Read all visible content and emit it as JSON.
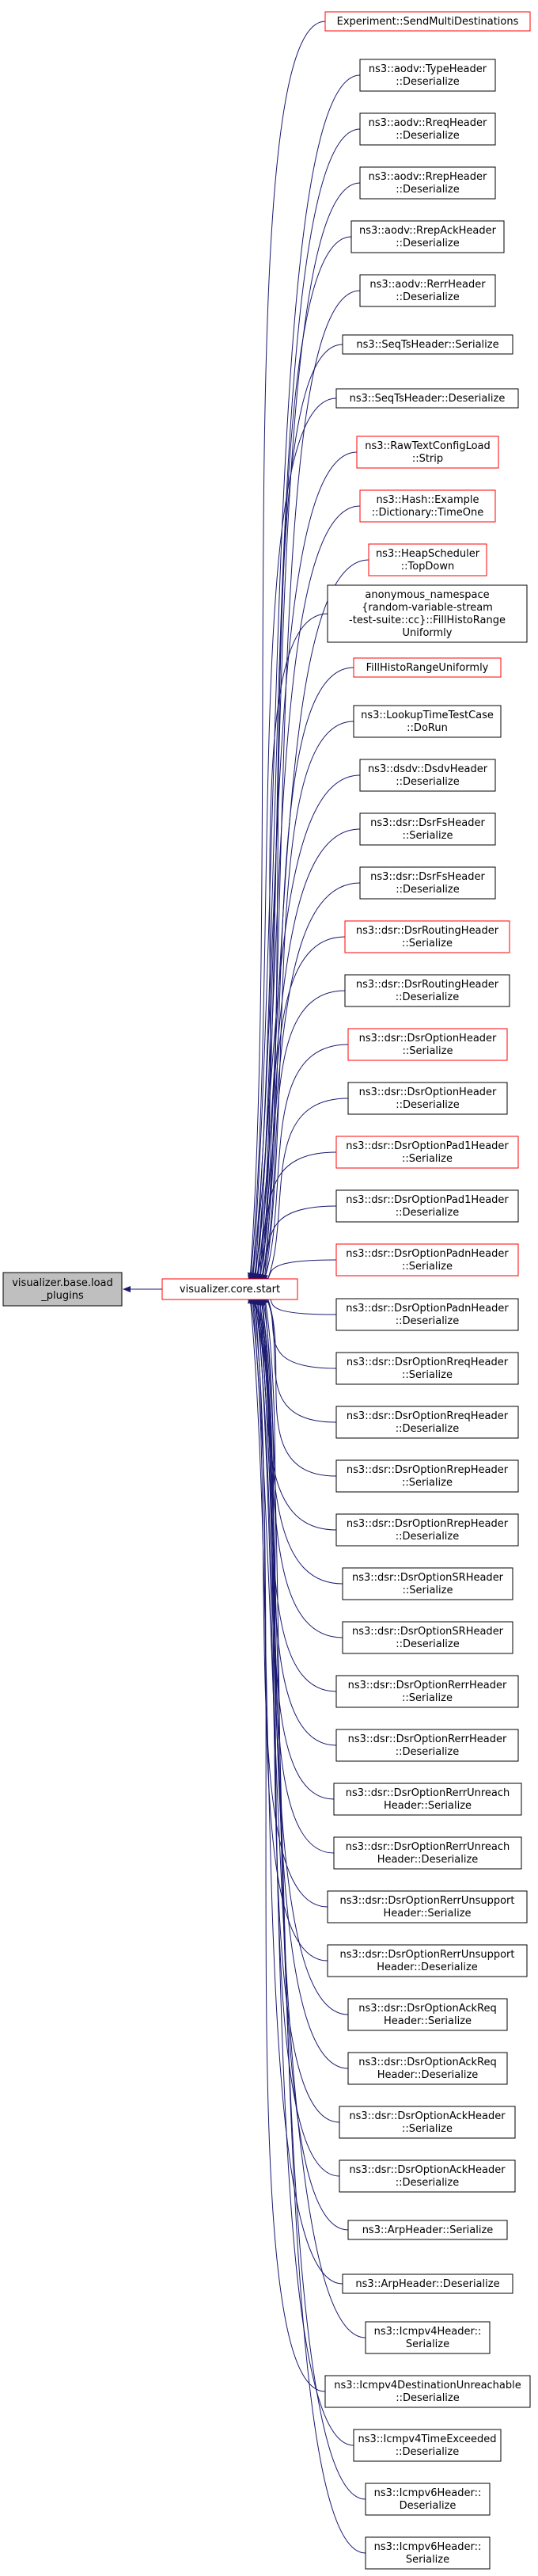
{
  "colors": {
    "edge": "#191970",
    "node_border_default": "#000000",
    "node_border_highlight": "#ff0000",
    "node_fill_default": "#ffffff",
    "node_fill_root": "#bfbfbf"
  },
  "root": {
    "lines": [
      "visualizer.base.load",
      "_plugins"
    ]
  },
  "hub": {
    "lines": [
      "visualizer.core.start"
    ]
  },
  "callers": [
    {
      "lines": [
        "Experiment::SendMultiDestinations"
      ],
      "highlight": true
    },
    {
      "lines": [
        "ns3::aodv::TypeHeader",
        "::Deserialize"
      ],
      "highlight": false
    },
    {
      "lines": [
        "ns3::aodv::RreqHeader",
        "::Deserialize"
      ],
      "highlight": false
    },
    {
      "lines": [
        "ns3::aodv::RrepHeader",
        "::Deserialize"
      ],
      "highlight": false
    },
    {
      "lines": [
        "ns3::aodv::RrepAckHeader",
        "::Deserialize"
      ],
      "highlight": false
    },
    {
      "lines": [
        "ns3::aodv::RerrHeader",
        "::Deserialize"
      ],
      "highlight": false
    },
    {
      "lines": [
        "ns3::SeqTsHeader::Serialize"
      ],
      "highlight": false
    },
    {
      "lines": [
        "ns3::SeqTsHeader::Deserialize"
      ],
      "highlight": false
    },
    {
      "lines": [
        "ns3::RawTextConfigLoad",
        "::Strip"
      ],
      "highlight": true
    },
    {
      "lines": [
        "ns3::Hash::Example",
        "::Dictionary::TimeOne"
      ],
      "highlight": true
    },
    {
      "lines": [
        "ns3::HeapScheduler",
        "::TopDown"
      ],
      "highlight": true
    },
    {
      "lines": [
        "anonymous_namespace",
        "{random-variable-stream",
        "-test-suite::cc}::FillHistoRange",
        "Uniformly"
      ],
      "highlight": false
    },
    {
      "lines": [
        "FillHistoRangeUniformly"
      ],
      "highlight": true
    },
    {
      "lines": [
        "ns3::LookupTimeTestCase",
        "::DoRun"
      ],
      "highlight": false
    },
    {
      "lines": [
        "ns3::dsdv::DsdvHeader",
        "::Deserialize"
      ],
      "highlight": false
    },
    {
      "lines": [
        "ns3::dsr::DsrFsHeader",
        "::Serialize"
      ],
      "highlight": false
    },
    {
      "lines": [
        "ns3::dsr::DsrFsHeader",
        "::Deserialize"
      ],
      "highlight": false
    },
    {
      "lines": [
        "ns3::dsr::DsrRoutingHeader",
        "::Serialize"
      ],
      "highlight": true
    },
    {
      "lines": [
        "ns3::dsr::DsrRoutingHeader",
        "::Deserialize"
      ],
      "highlight": false
    },
    {
      "lines": [
        "ns3::dsr::DsrOptionHeader",
        "::Serialize"
      ],
      "highlight": true
    },
    {
      "lines": [
        "ns3::dsr::DsrOptionHeader",
        "::Deserialize"
      ],
      "highlight": false
    },
    {
      "lines": [
        "ns3::dsr::DsrOptionPad1Header",
        "::Serialize"
      ],
      "highlight": true
    },
    {
      "lines": [
        "ns3::dsr::DsrOptionPad1Header",
        "::Deserialize"
      ],
      "highlight": false
    },
    {
      "lines": [
        "ns3::dsr::DsrOptionPadnHeader",
        "::Serialize"
      ],
      "highlight": true
    },
    {
      "lines": [
        "ns3::dsr::DsrOptionPadnHeader",
        "::Deserialize"
      ],
      "highlight": false
    },
    {
      "lines": [
        "ns3::dsr::DsrOptionRreqHeader",
        "::Serialize"
      ],
      "highlight": false
    },
    {
      "lines": [
        "ns3::dsr::DsrOptionRreqHeader",
        "::Deserialize"
      ],
      "highlight": false
    },
    {
      "lines": [
        "ns3::dsr::DsrOptionRrepHeader",
        "::Serialize"
      ],
      "highlight": false
    },
    {
      "lines": [
        "ns3::dsr::DsrOptionRrepHeader",
        "::Deserialize"
      ],
      "highlight": false
    },
    {
      "lines": [
        "ns3::dsr::DsrOptionSRHeader",
        "::Serialize"
      ],
      "highlight": false
    },
    {
      "lines": [
        "ns3::dsr::DsrOptionSRHeader",
        "::Deserialize"
      ],
      "highlight": false
    },
    {
      "lines": [
        "ns3::dsr::DsrOptionRerrHeader",
        "::Serialize"
      ],
      "highlight": false
    },
    {
      "lines": [
        "ns3::dsr::DsrOptionRerrHeader",
        "::Deserialize"
      ],
      "highlight": false
    },
    {
      "lines": [
        "ns3::dsr::DsrOptionRerrUnreach",
        "Header::Serialize"
      ],
      "highlight": false
    },
    {
      "lines": [
        "ns3::dsr::DsrOptionRerrUnreach",
        "Header::Deserialize"
      ],
      "highlight": false
    },
    {
      "lines": [
        "ns3::dsr::DsrOptionRerrUnsupport",
        "Header::Serialize"
      ],
      "highlight": false
    },
    {
      "lines": [
        "ns3::dsr::DsrOptionRerrUnsupport",
        "Header::Deserialize"
      ],
      "highlight": false
    },
    {
      "lines": [
        "ns3::dsr::DsrOptionAckReq",
        "Header::Serialize"
      ],
      "highlight": false
    },
    {
      "lines": [
        "ns3::dsr::DsrOptionAckReq",
        "Header::Deserialize"
      ],
      "highlight": false
    },
    {
      "lines": [
        "ns3::dsr::DsrOptionAckHeader",
        "::Serialize"
      ],
      "highlight": false
    },
    {
      "lines": [
        "ns3::dsr::DsrOptionAckHeader",
        "::Deserialize"
      ],
      "highlight": false
    },
    {
      "lines": [
        "ns3::ArpHeader::Serialize"
      ],
      "highlight": false
    },
    {
      "lines": [
        "ns3::ArpHeader::Deserialize"
      ],
      "highlight": false
    },
    {
      "lines": [
        "ns3::Icmpv4Header::",
        "Serialize"
      ],
      "highlight": false
    },
    {
      "lines": [
        "ns3::Icmpv4DestinationUnreachable",
        "::Deserialize"
      ],
      "highlight": false
    },
    {
      "lines": [
        "ns3::Icmpv4TimeExceeded",
        "::Deserialize"
      ],
      "highlight": false
    },
    {
      "lines": [
        "ns3::Icmpv6Header::",
        "Deserialize"
      ],
      "highlight": false
    },
    {
      "lines": [
        "ns3::Icmpv6Header::",
        "Serialize"
      ],
      "highlight": false
    }
  ]
}
